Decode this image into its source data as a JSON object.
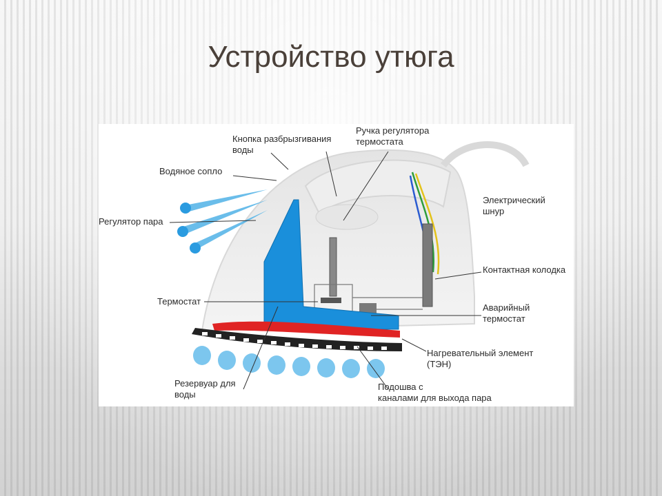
{
  "title": "Устройство утюга",
  "labels": {
    "spray_button": [
      "Кнопка разбрызгивания",
      "воды"
    ],
    "thermostat_knob": [
      "Ручка регулятора",
      "термостата"
    ],
    "water_nozzle": "Водяное сопло",
    "steam_regulator": "Регулятор пара",
    "cord": [
      "Электрический",
      "шнур"
    ],
    "terminal_block": "Контактная колодка",
    "thermostat": "Термостат",
    "emergency_thermostat": [
      "Аварийный",
      "термостат"
    ],
    "heating_element": [
      "Нагревательный элемент",
      "(ТЭН)"
    ],
    "reservoir": [
      "Резервуар для",
      "воды"
    ],
    "soleplate": [
      "Подошва с",
      "каналами для выхода пара"
    ]
  },
  "colors": {
    "reservoir": "#1a8fdb",
    "heating_element": "#e02424",
    "steam": "#5ab6e8",
    "title": "#4a4039"
  }
}
